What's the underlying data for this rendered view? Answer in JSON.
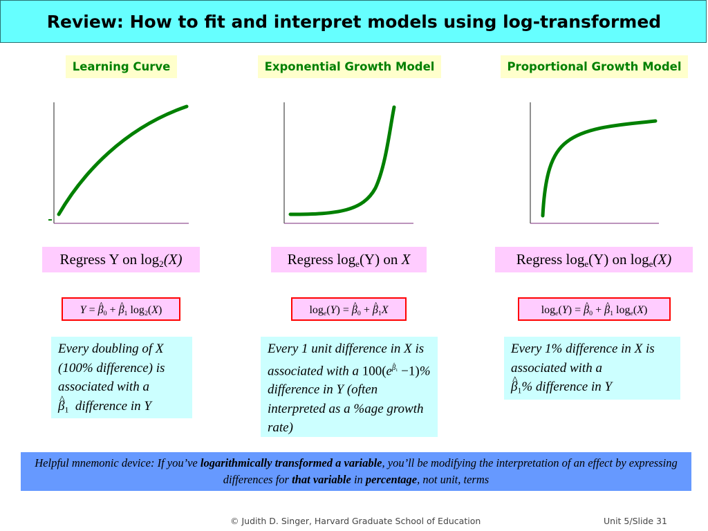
{
  "slide": {
    "title": "Review: How to fit and interpret models using log-transformed variables",
    "footer_credit": "© Judith D. Singer, Harvard Graduate School of Education",
    "footer_page": "Unit 5/Slide 31",
    "accent_colors": {
      "title_bar": "#66ffff",
      "curve": "#008000",
      "label_bg": "#ffffcc",
      "formula_bg": "#ffccff",
      "interp_bg": "#ccffff",
      "mnemonic_bg": "#6699ff"
    }
  },
  "models": [
    {
      "label": "Learning Curve",
      "regress": "Regress Y on log",
      "regress_sub": "2",
      "regress_arg": "(X)",
      "interp_a": "Every doubling of X (100% difference) is associated with a",
      "interp_b": "difference in Y"
    },
    {
      "label": "Exponential Growth Model",
      "regress_a": "Regress log",
      "regress_sub": "e",
      "regress_b": "(Y) on",
      "regress_x": "X",
      "interp_a": "Every 1 unit difference in X is associated with a",
      "interp_b": "% difference in Y (often interpreted as a %age growth rate)"
    },
    {
      "label": "Proportional Growth Model",
      "regress_a": "Regress log",
      "regress_sub1": "e",
      "regress_b": "(Y) on log",
      "regress_sub2": "e",
      "regress_arg": "(X)",
      "interp_a": "Every 1% difference in X is associated with a",
      "interp_b": "% difference in Y"
    }
  ],
  "mnemonic": {
    "part1": "Helpful mnemonic device: If you’ve ",
    "bold1": "logarithmically transformed a variable",
    "part2": ", you’ll be modifying the interpretation of an effect by expressing differences for ",
    "bold2": "that variable",
    "part3": " in ",
    "bold3": "percentage",
    "part4": ", not unit, terms"
  }
}
